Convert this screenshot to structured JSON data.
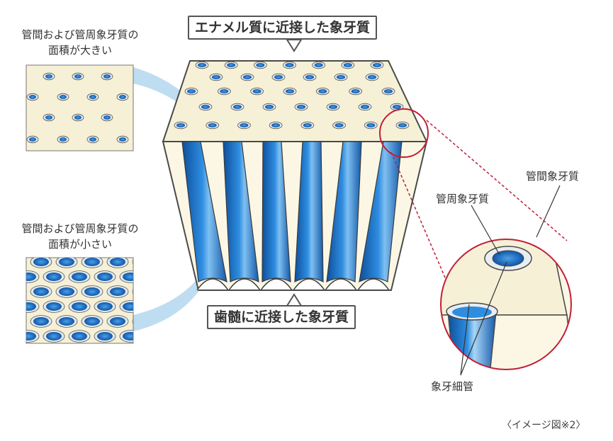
{
  "labels": {
    "enamel_side": "エナメル質に近接した象牙質",
    "pulp_side": "歯髄に近接した象牙質",
    "large_area_line1": "管間および管周象牙質の",
    "large_area_line2": "面積が大きい",
    "small_area_line1": "管間および管周象牙質の",
    "small_area_line2": "面積が小さい",
    "intertubular": "管間象牙質",
    "peritubular": "管周象牙質",
    "tubule": "象牙細管",
    "caption": "〈イメージ図※2〉"
  },
  "colors": {
    "dentin": "#f6f1d6",
    "dentin_side": "#fbf7e4",
    "tubule_blue": "#1a6fc4",
    "tubule_light": "#5aa8e8",
    "peritubular_ring": "#dfe6ee",
    "outline": "#4a4a4a",
    "callout": "#b7d9ef",
    "magnify_circle": "#c21e3a"
  }
}
